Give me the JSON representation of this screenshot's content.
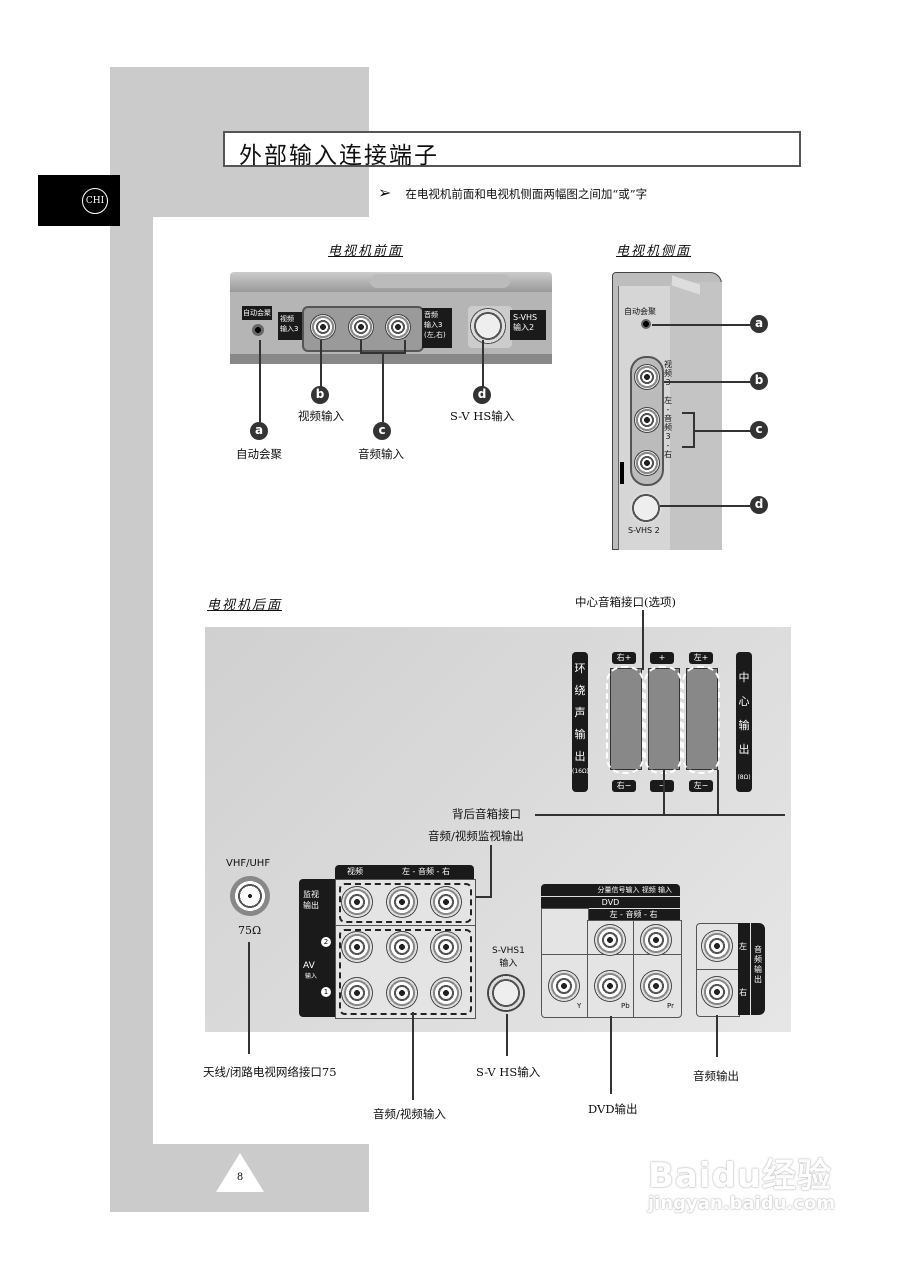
{
  "header": {
    "title": "外部输入连接端子",
    "language_tab": "CHI",
    "note_arrow": "➢",
    "note": "在电视机前面和电视机侧面两幅图之间加“或”字"
  },
  "front": {
    "section_title": "电视机前面",
    "panel_labels": {
      "auto_converge": "自动会聚",
      "video_in3": "视频\n输入3",
      "audio_in3": "音频\n输入3\n(左,右)",
      "svhs_in2": "S-VHS\n输入2"
    },
    "callouts": [
      {
        "badge": "a",
        "label": "自动会聚"
      },
      {
        "badge": "b",
        "label": "视频输入"
      },
      {
        "badge": "c",
        "label": "音频输入"
      },
      {
        "badge": "d",
        "label": "S-V HS输入"
      }
    ]
  },
  "side": {
    "section_title": "电视机侧面",
    "panel_labels": {
      "auto_converge": "自动会聚",
      "video3": "视\n频\n3",
      "audio3": "左\n-\n音\n频\n3\n-\n右",
      "svhs2": "S-VHS 2"
    },
    "badges": [
      "a",
      "b",
      "c",
      "d"
    ]
  },
  "rear": {
    "section_title": "电视机后面",
    "center_speaker_label": "中心音箱接口(选项)",
    "rear_speaker_label": "背后音箱接口",
    "av_monitor_label": "音频/视频监视输出",
    "speaker_block": {
      "surround_label": "环\n绕\n声\n输\n出",
      "surround_ohm": "(16Ω)",
      "center_label": "中\n心\n输\n出",
      "center_ohm": "(8Ω)",
      "top_terminals": [
        "右+",
        "+",
        "左+"
      ],
      "bottom_terminals": [
        "右−",
        "−",
        "左−"
      ]
    },
    "antenna": {
      "top": "VHF/UHF",
      "bottom": "75Ω"
    },
    "av_block": {
      "col_video": "视频",
      "col_audio": "左 - 音频 - 右",
      "row_monitor": "监视\n输出",
      "row_av": "AV",
      "row_av_sub": "输入",
      "row2": "2",
      "row1": "1"
    },
    "svhs1": {
      "label": "S-VHS1\n输入"
    },
    "dvd_block": {
      "header1": "分量信号输入  视频  输入",
      "header2": "DVD",
      "header3": "左 - 音频 - 右",
      "jacks": [
        "Y",
        "Pb",
        "Pr"
      ]
    },
    "audio_out_block": {
      "left": "左",
      "right": "右",
      "side": "音\n频\n输\n出"
    },
    "bottom_labels": {
      "antenna": "天线/闭路电视网络接口75",
      "av_input": "音频/视频输入",
      "svhs": "S-V HS输入",
      "dvd": "DVD输出",
      "audio_out": "音频输出"
    }
  },
  "footer": {
    "page_number": "8"
  },
  "watermark": {
    "brand": "Baidu经验",
    "url": "jingyan.baidu.com"
  }
}
